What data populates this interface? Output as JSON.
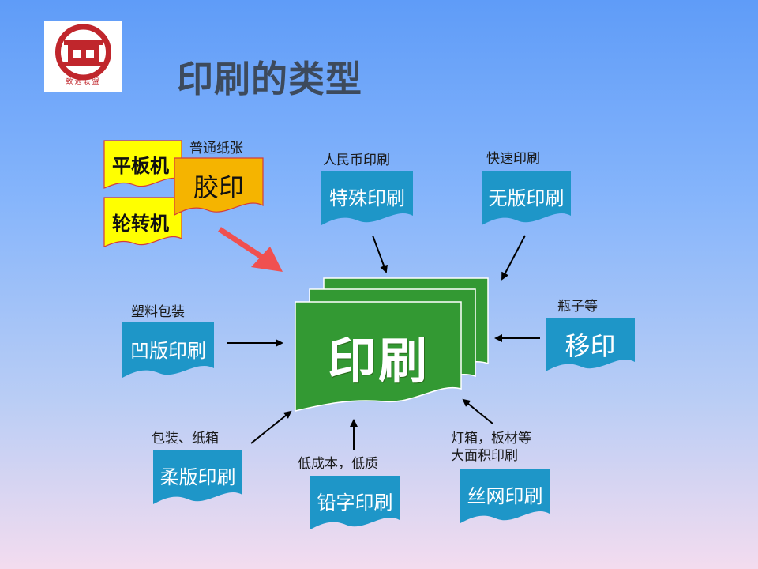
{
  "logo": {
    "text": "致远联盟",
    "color": "#c0262c"
  },
  "title": "印刷的类型",
  "center": {
    "label": "印刷",
    "color": "#339933"
  },
  "offset": {
    "label": "胶印",
    "note": "普通纸张",
    "sub_machines": [
      "平板机",
      "轮转机"
    ],
    "color": "#f5b400"
  },
  "types": [
    {
      "key": "special",
      "label": "特殊印刷",
      "note": "人民币印刷"
    },
    {
      "key": "plateless",
      "label": "无版印刷",
      "note": "快速印刷"
    },
    {
      "key": "pad",
      "label": "移印",
      "note": "瓶子等"
    },
    {
      "key": "gravure",
      "label": "凹版印刷",
      "note": "塑料包装"
    },
    {
      "key": "flexo",
      "label": "柔版印刷",
      "note": "包装、纸箱"
    },
    {
      "key": "letterpress",
      "label": "铅字印刷",
      "note": "低成本，低质"
    },
    {
      "key": "screen",
      "label": "丝网印刷",
      "note_lines": [
        "灯箱，板材等",
        "大面积印刷"
      ]
    }
  ],
  "colors": {
    "box": "#1e96c8",
    "yellow": "#ffff00",
    "arrow_highlight": "#f05050",
    "arrow": "#000000"
  }
}
